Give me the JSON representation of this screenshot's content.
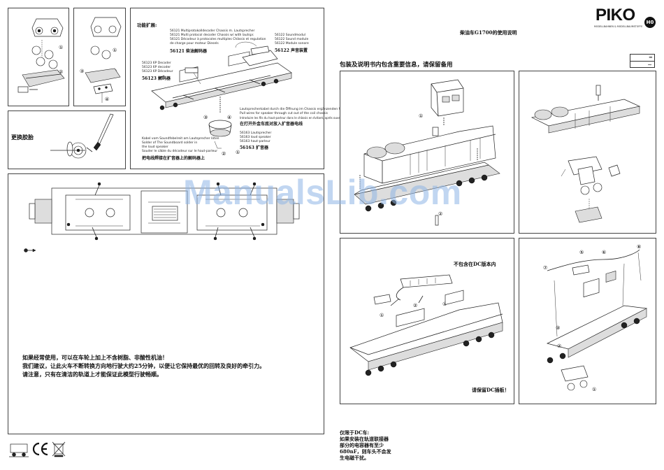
{
  "brand": {
    "logo": "PIKO",
    "badge": "H0",
    "tagline": "MODELLBAHNEN & MODELLBAUMSTOFFE"
  },
  "page_title": "柴油车G1700的使用说明",
  "notice": "包装及说明书内包含重要信息，请保留备用",
  "rails_symbols": [
    "═",
    "~"
  ],
  "panel_tire": {
    "title": "更换胶胎"
  },
  "panel_function": {
    "title": "功能扩展:",
    "module_list_1": [
      "56121 Multiprotokolldecoder Chassis m. Lautsprecher",
      "56121 Multi protocol decoder Chassis w/ with lautspr.",
      "56121 Décodeur à protocoles multiples Châssis et regulation",
      "de charge pour moteur Diesels"
    ],
    "module_label_1": "56121 柴油解码器",
    "module_list_2": [
      "56122 Soundmodul",
      "56122 Sound module",
      "56122 Module sonore"
    ],
    "module_label_2": "56122 声音装置",
    "decoder_list": [
      "56123 6P Decoder",
      "56123 6P decoder",
      "56123 6P Décodeur"
    ],
    "decoder_label": "56123 解码器",
    "speaker_note": [
      "Lautsprecherkabel durch die Öffnung im Chassis ergänzenden fädeln",
      "Pull wires for speaker through cut out of the coil chassis",
      "Introduire les fils du haut-parleur dans le châssis en évitant, après ouverture"
    ],
    "speaker_note_cn": "在打开外金车底对放入扩音器电线",
    "speaker_list": [
      "56163 Lautsprecher",
      "56163 loud speaker",
      "56163 haut-parleur"
    ],
    "speaker_label": "56163 扩音器",
    "solder_note": [
      "Kabel vom Soundfebelreit am Lautsprecher löten",
      "Solder of The Soundboard solder in",
      "the loud speaker",
      "Souder le câble du décodeur sur le haut-parleur"
    ],
    "solder_note_cn": "把电线焊接在扩音器上的解码器上"
  },
  "panel_lube": {
    "text_1": "如果经常使用，可以在车轮上加上不含树脂、非酸性机油！",
    "text_2": "我们建议，让此火车不断转换方向地行驶大约25分钟，以便让它保持最优的回转及良好的牵引力。",
    "text_3": "请注意，只有在清洁的轨道上才能保证此模型行驶畅顺。"
  },
  "panel_dc": {
    "title": "不包含在DC版本内",
    "footer": "请保留DC插板！"
  },
  "bottom_note": {
    "lines": [
      "仅限于DC车:",
      "如果安装在轨道联接器",
      "部分的电容器有至少",
      "680nF，则车头不会发",
      "生电磁干扰。"
    ]
  },
  "step_numbers": [
    "①",
    "②",
    "③",
    "④"
  ],
  "watermark": "ManualsLib.com",
  "icons": [
    "ce-mark",
    "weee-bin-icon",
    "train-icon",
    "arrow-icon"
  ]
}
